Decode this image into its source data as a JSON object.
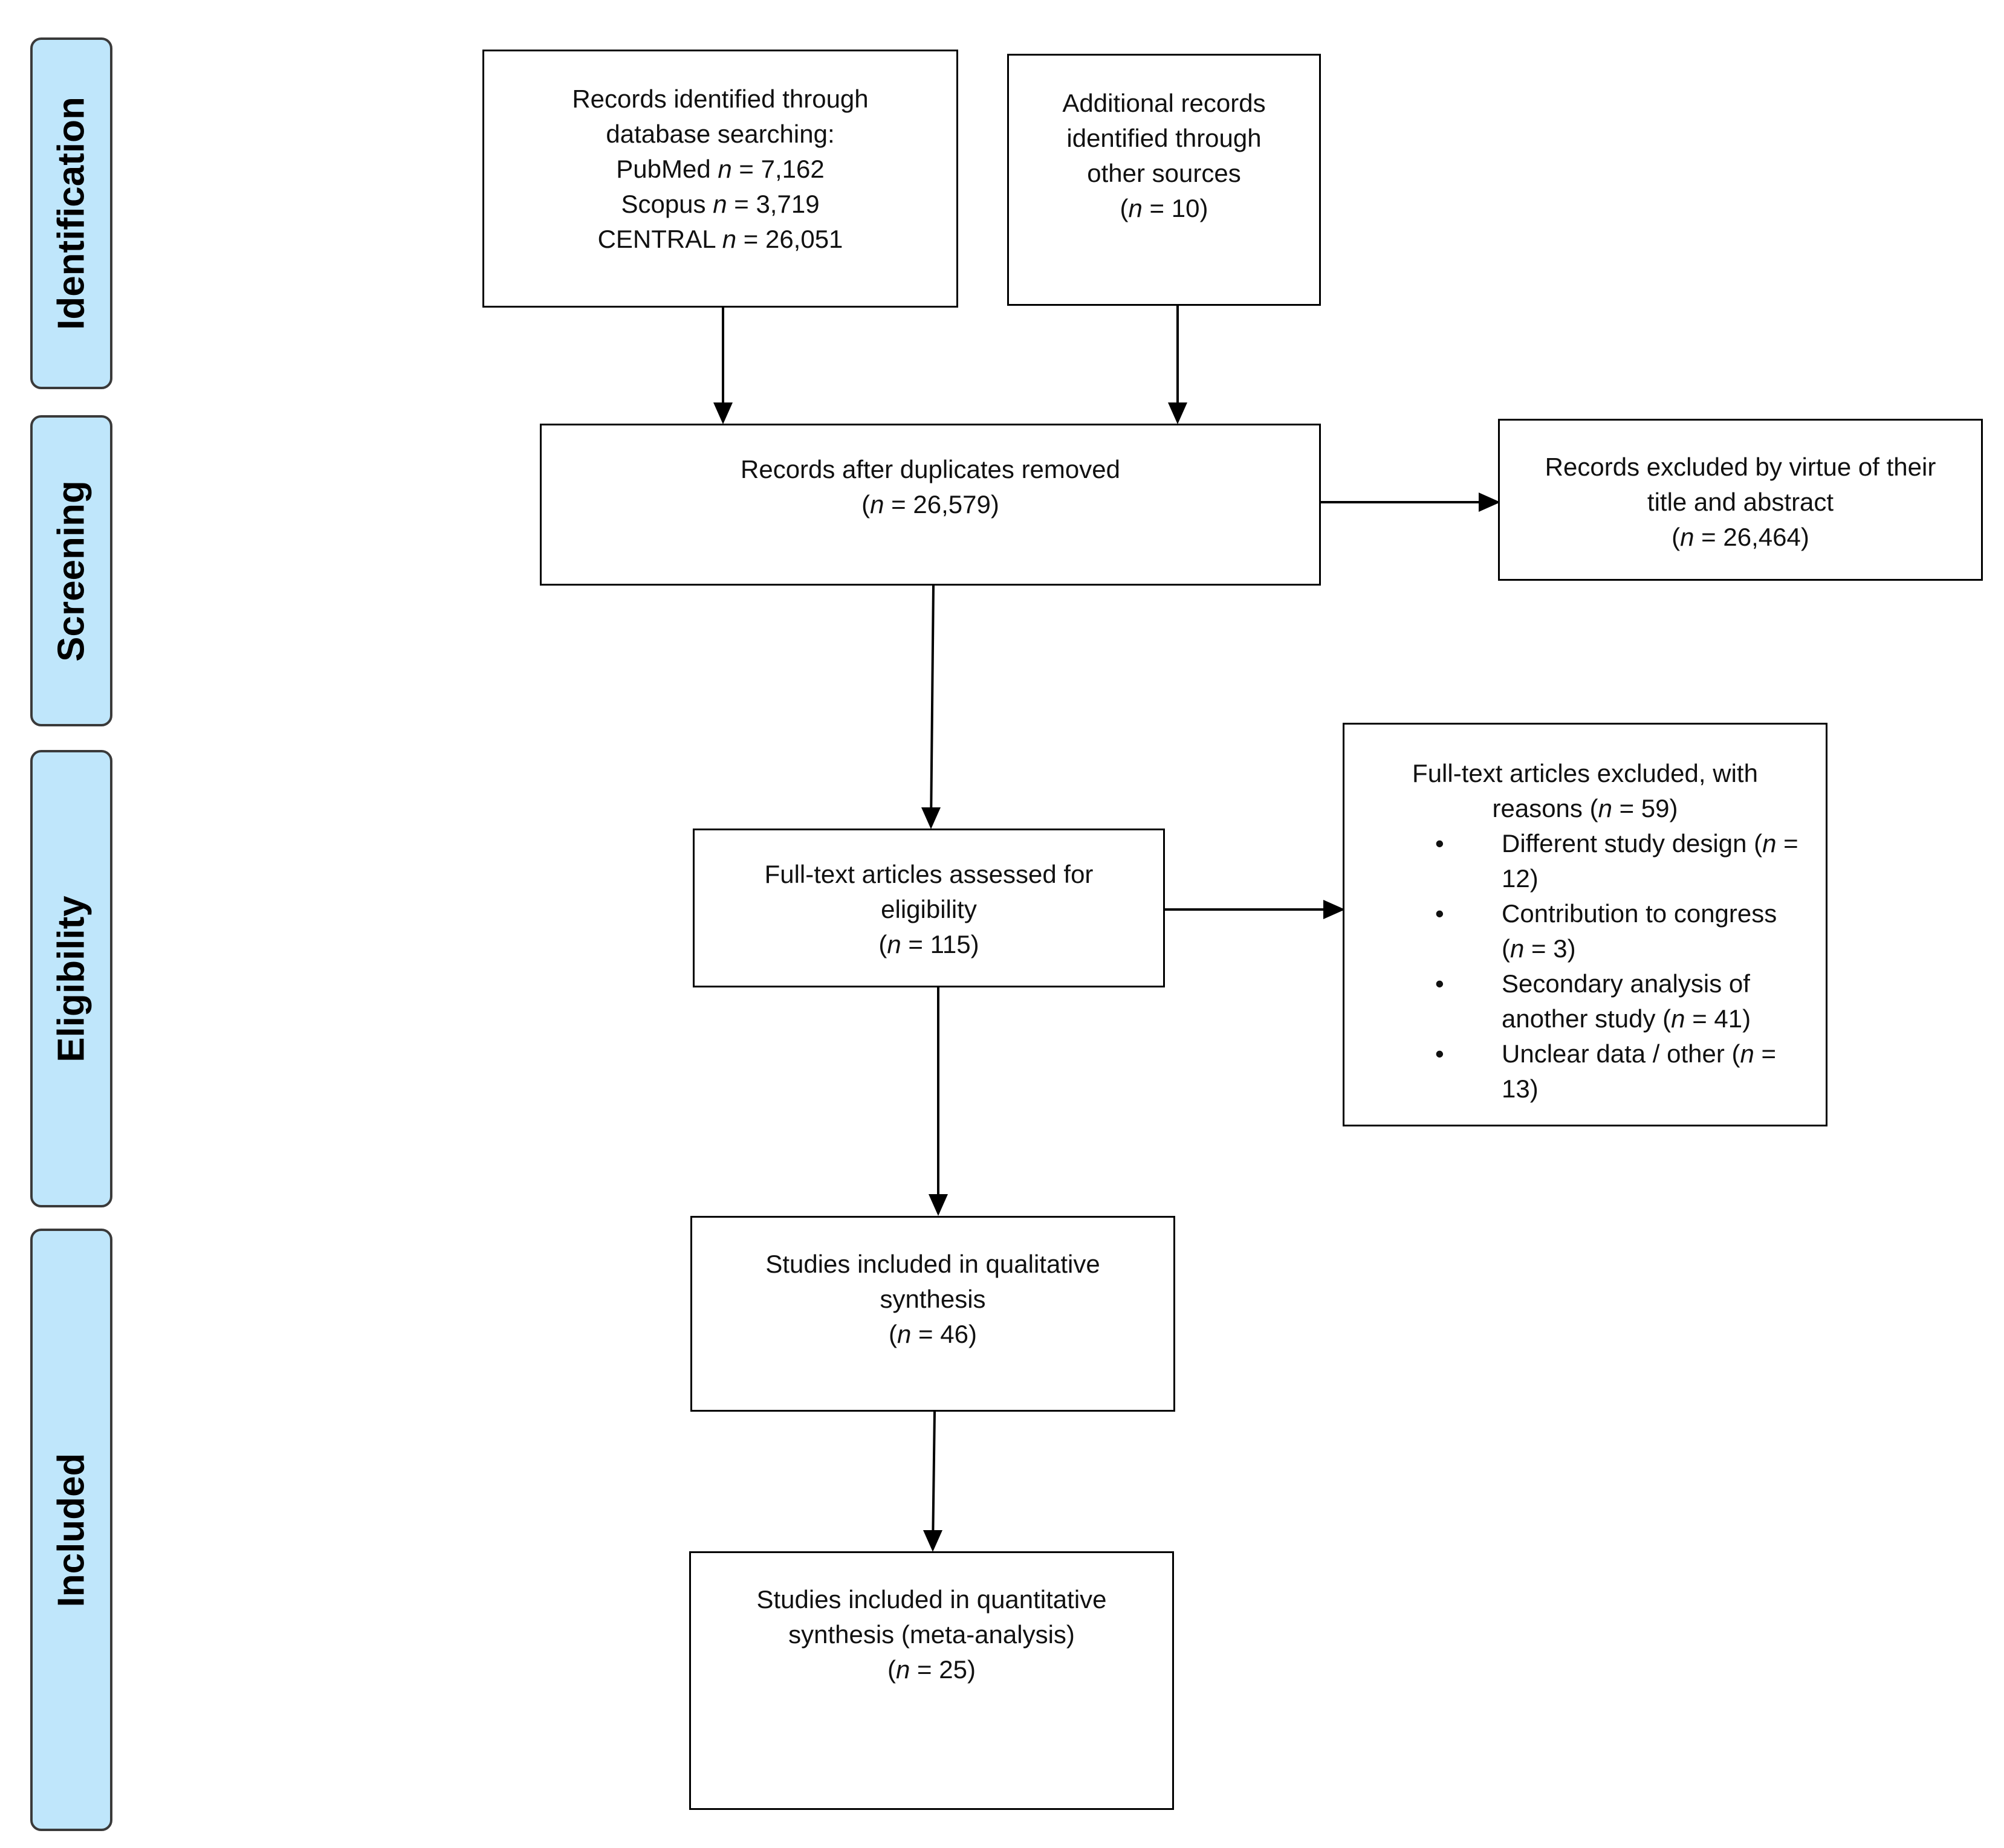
{
  "stages": [
    {
      "id": "identification",
      "label": "Identification"
    },
    {
      "id": "screening",
      "label": "Screening"
    },
    {
      "id": "eligibility",
      "label": "Eligibility"
    },
    {
      "id": "included",
      "label": "Included"
    }
  ],
  "boxes": {
    "database": {
      "line1": "Records identified through",
      "line2": "database searching:",
      "pubmed_pre": "PubMed ",
      "pubmed_n": "n",
      "pubmed_val": " = 7,162",
      "scopus_pre": "Scopus ",
      "scopus_n": "n",
      "scopus_val": " = 3,719",
      "central_pre": "CENTRAL ",
      "central_n": "n",
      "central_val": " = 26,051"
    },
    "additional": {
      "line1": "Additional records",
      "line2": "identified through",
      "line3": "other sources",
      "count_open": "(",
      "count_n": "n",
      "count_val": " = 10)"
    },
    "duplicates": {
      "line1": "Records after duplicates removed",
      "count_open": "(",
      "count_n": "n",
      "count_val": " = 26,579)"
    },
    "title_excluded": {
      "line1": "Records excluded by virtue of their",
      "line2": "title and abstract",
      "count_open": "(",
      "count_n": "n",
      "count_val": " = 26,464)"
    },
    "fulltext": {
      "line1": "Full-text articles assessed for",
      "line2": "eligibility",
      "count_open": "(",
      "count_n": "n",
      "count_val": " = 115)"
    },
    "fulltext_excluded": {
      "line1": "Full-text articles excluded, with",
      "line2_pre": "reasons (",
      "line2_n": "n",
      "line2_val": " = 59)",
      "reasons": [
        {
          "pre": "Different study design (",
          "n": "n",
          "val": " = 12)"
        },
        {
          "pre": "Contribution to congress (",
          "n": "n",
          "val": " = 3)"
        },
        {
          "pre": "Secondary analysis of another study (",
          "n": "n",
          "val": " = 41)"
        },
        {
          "pre": "Unclear data / other (",
          "n": "n",
          "val": " = 13)"
        }
      ]
    },
    "qualitative": {
      "line1": "Studies included in qualitative",
      "line2": "synthesis",
      "count_open": "(",
      "count_n": "n",
      "count_val": " = 46)"
    },
    "quantitative": {
      "line1": "Studies included in quantitative",
      "line2": "synthesis (meta-analysis)",
      "count_open": "(",
      "count_n": "n",
      "count_val": " = 25)"
    }
  }
}
